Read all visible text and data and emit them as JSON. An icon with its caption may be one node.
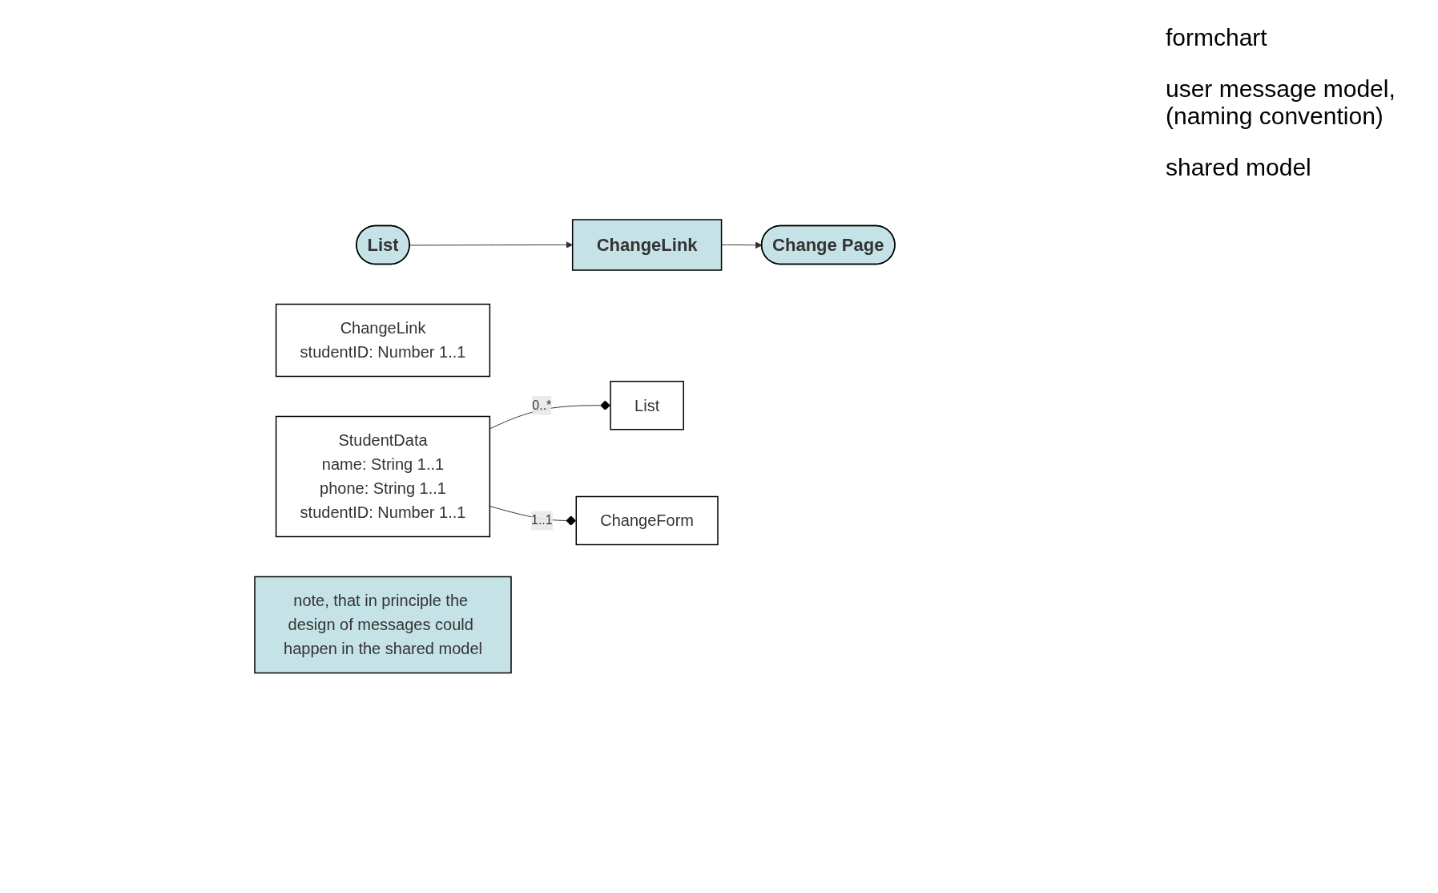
{
  "diagram": {
    "nodes": [
      {
        "text": [
          "List"
        ]
      },
      {
        "text": [
          "ChangeLink"
        ]
      },
      {
        "text": [
          "Change Page"
        ]
      },
      {
        "text": [
          "List"
        ]
      },
      {
        "text": [
          "ChangeLink",
          "studentID: Number 1..1"
        ]
      },
      {
        "text": [
          "ChangeForm"
        ]
      },
      {
        "text": [
          "StudentData",
          "name: String 1..1",
          "phone: String 1..1",
          "studentID: Number 1..1"
        ]
      },
      {
        "text": [
          "note, that in principle the design of messages could happen in the shared model"
        ]
      }
    ],
    "edges": [
      {
        "from": 0,
        "to": 1,
        "arrow": "to"
      },
      {
        "from": 1,
        "to": 2,
        "arrow": "to"
      },
      {
        "from": 3,
        "to": 6,
        "arrow": "other",
        "label": "0..*"
      },
      {
        "from": 5,
        "to": 6,
        "arrow": "other",
        "label": "1..1"
      }
    ],
    "labels": [
      "formchart",
      "user message model, (naming convention)",
      "shared model"
    ]
  }
}
